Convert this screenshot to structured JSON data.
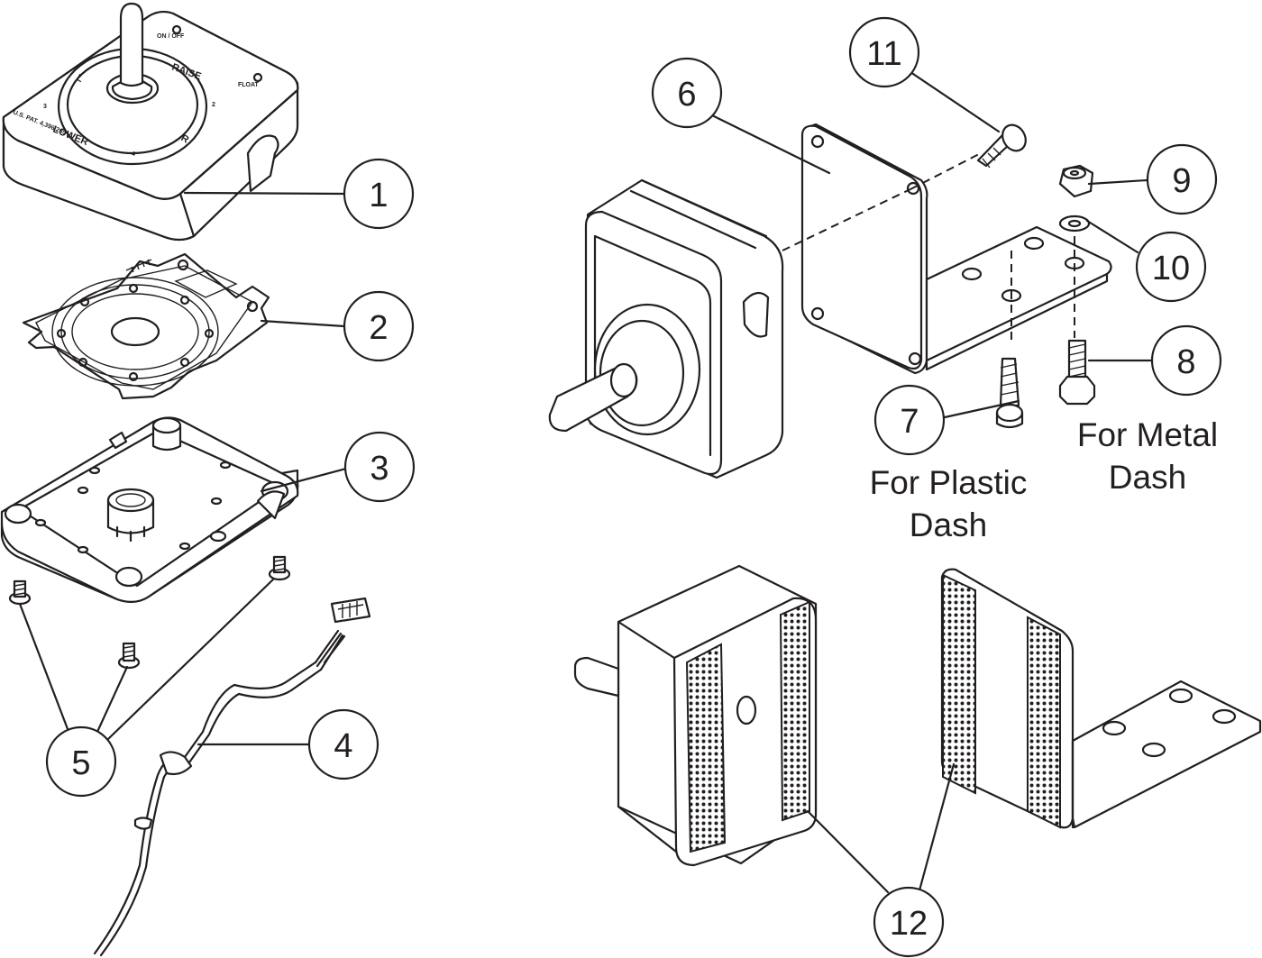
{
  "callouts": [
    "1",
    "2",
    "3",
    "4",
    "5",
    "6",
    "7",
    "8",
    "9",
    "10",
    "11",
    "12"
  ],
  "notes": {
    "plastic": [
      "For Plastic",
      "Dash"
    ],
    "metal": [
      "For Metal",
      "Dash"
    ]
  },
  "control_labels": {
    "raise": "RAISE",
    "lower": "LOWER",
    "left": "L",
    "right": "R",
    "on_off": "ON / OFF",
    "float": "FLOAT",
    "pos2": "2",
    "pos3": "3",
    "pos4": "4",
    "patent": "U.S. PAT. 4,396,205"
  },
  "colors": {
    "line": "#231f20",
    "background": "#ffffff"
  }
}
